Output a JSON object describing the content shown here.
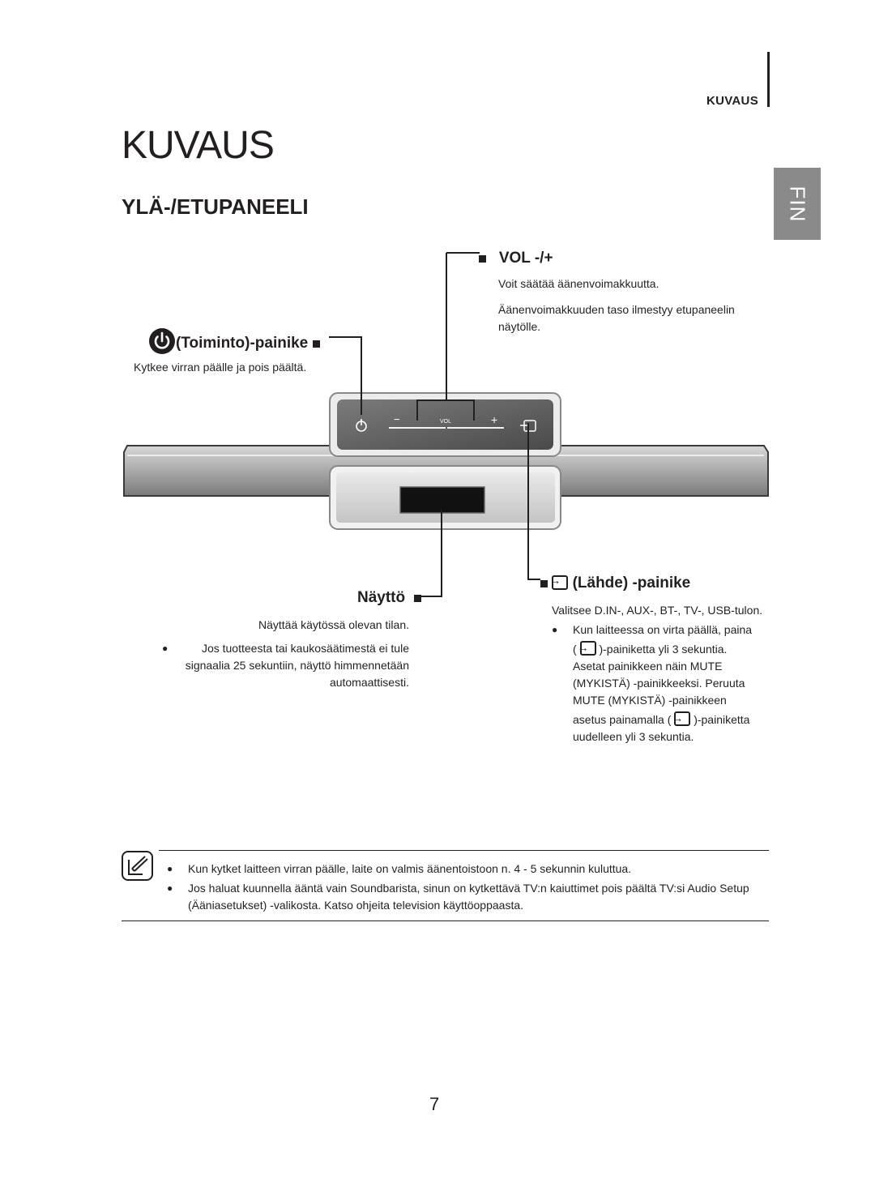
{
  "header": {
    "section_label": "KUVAUS",
    "lang_tab": "FIN"
  },
  "page_title": "KUVAUS",
  "section_title": "YLÄ-/ETUPANEELI",
  "vol": {
    "title": "VOL -/+",
    "line1": "Voit säätää äänenvoimakkuutta.",
    "line2": "Äänenvoimakkuuden taso ilmestyy etupaneelin näytölle."
  },
  "power": {
    "title": "(Toiminto)-painike",
    "text": "Kytkee virran päälle ja pois päältä."
  },
  "device": {
    "minus": "−",
    "vol_label": "VOL",
    "plus": "+"
  },
  "display": {
    "title": "Näyttö",
    "text": "Näyttää käytössä olevan tilan.",
    "bullet": "Jos tuotteesta tai kaukosäätimestä ei tule signaalia 25 sekuntiin, näyttö himmennetään automaattisesti."
  },
  "source": {
    "title": "(Lähde) -painike",
    "text": "Valitsee D.IN-, AUX-, BT-, TV-, USB-tulon.",
    "bullet_a": "Kun laitteessa on virta päällä, paina",
    "bullet_b_open": "(",
    "bullet_b_rest": ")-painiketta yli 3 sekuntia.",
    "bullet_c": "Asetat painikkeen näin MUTE (MYKISTÄ) -painikkeeksi. Peruuta MUTE (MYKISTÄ) -painikkeen",
    "bullet_d": "asetus painamalla (",
    "bullet_d_rest": ")-painiketta",
    "bullet_e": "uudelleen yli 3 sekuntia."
  },
  "notes": [
    "Kun kytket laitteen virran päälle, laite on valmis äänentoistoon n. 4 - 5 sekunnin kuluttua.",
    "Jos haluat kuunnella ääntä vain Soundbarista, sinun on kytkettävä TV:n kaiuttimet pois päältä TV:si Audio Setup (Ääniasetukset) -valikosta. Katso ohjeita television käyttöoppaasta."
  ],
  "page_number": "7"
}
